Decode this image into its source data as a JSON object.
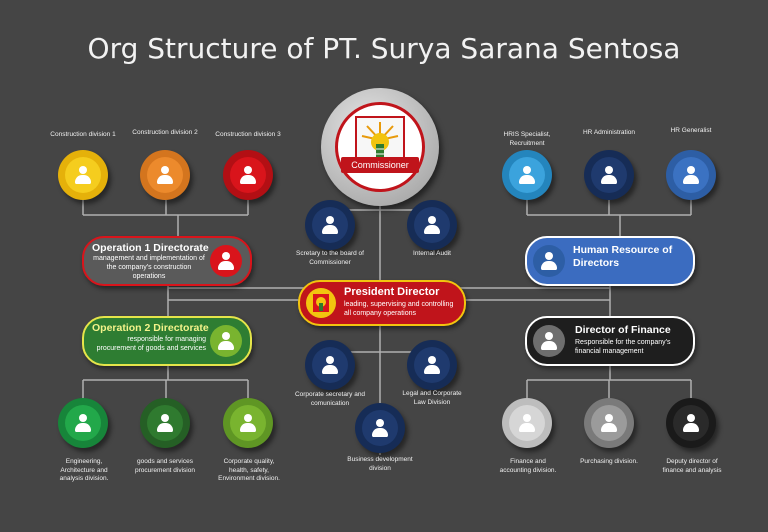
{
  "title": "Org Structure of PT. Surya Sarana Sentosa",
  "commissioner": {
    "label": "Commissioner"
  },
  "president": {
    "title": "President Director",
    "desc": "leading, supervising and controlling all company operations"
  },
  "op1": {
    "title": "Operation 1 Directorate",
    "desc": "management and implementation of the company's construction operations"
  },
  "op2": {
    "title": "Operation 2 Directorate",
    "desc": "responsible for managing procurement of goods and services"
  },
  "hr": {
    "title": "Human Resource of Directors"
  },
  "finance": {
    "title": "Director of Finance",
    "desc": "Responsible for the company's financial management"
  },
  "nodes": {
    "construction1": "Construction division 1",
    "construction2": "Construction division 2",
    "construction3": "Construction division 3",
    "hris": "HRIS Specialist, Recruitment",
    "hradmin": "HR Administration",
    "hrgeneralist": "HR Generalist",
    "secretary_board": "Scretary to the board of Commissioner",
    "internal_audit": "Internal Audit",
    "corp_secretary": "Corporate secretary and comunication",
    "legal": "Legal and Corporate Law Division",
    "business_dev": "Business development division",
    "engineering": "Engineering, Architecture and analysis division.",
    "goods_services": "goods and services procurement division",
    "corporate_quality": "Corporate quality, health, safety, Environment division.",
    "finance_accounting": "Finance and accounting division.",
    "purchasing": "Purchasing division.",
    "deputy_finance": "Deputy director of finance and analysis"
  },
  "colors": {
    "background": "#454545",
    "yellow": "#f2c40f",
    "orange": "#ec8a2c",
    "red": "#d9141b",
    "light_blue": "#3ba3dd",
    "navy": "#1f3a6e",
    "blue": "#3b72c2",
    "dark_green": "#2f7a2f",
    "green": "#1f9e3e",
    "lime": "#79b42f",
    "gray": "#9b9b9b",
    "dark": "#2a2a2a"
  },
  "icons": {
    "person": "person-icon",
    "logo": "sun-logo-icon"
  }
}
